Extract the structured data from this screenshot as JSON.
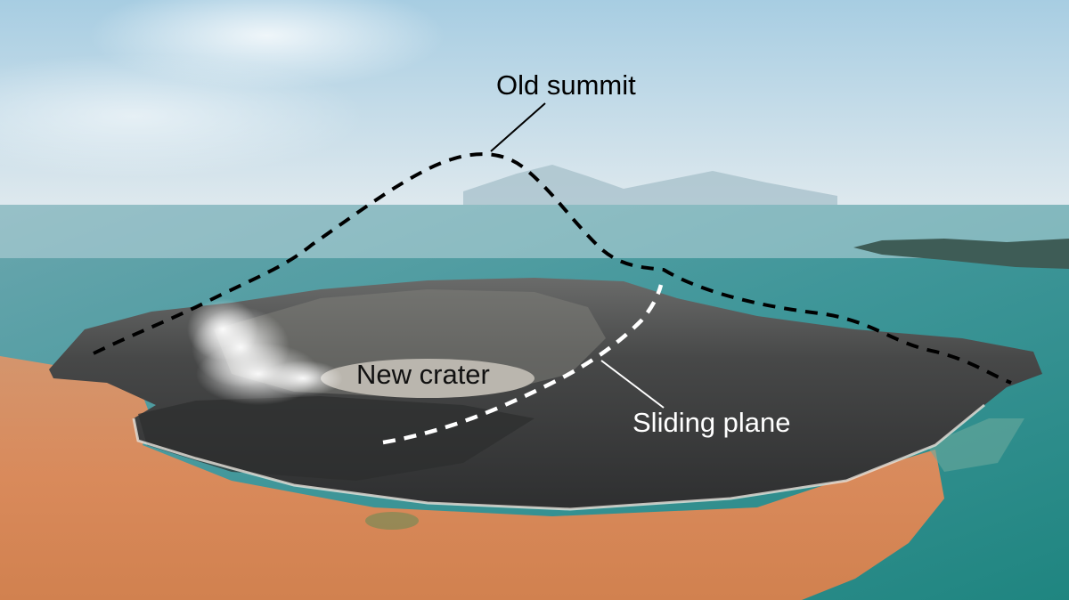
{
  "labels": {
    "old_summit": "Old summit",
    "new_crater": "New crater",
    "sliding_plane": "Sliding plane"
  },
  "colors": {
    "sky_top": "#a9cde0",
    "sky_haze": "#e4edf1",
    "sea": "#2f8c8e",
    "sediment_water": "#d9895e",
    "island_dark": "#3a3b3c",
    "crater_floor": "#b9b5ad",
    "old_profile_line": "#000000",
    "sliding_plane_line": "#ffffff"
  }
}
